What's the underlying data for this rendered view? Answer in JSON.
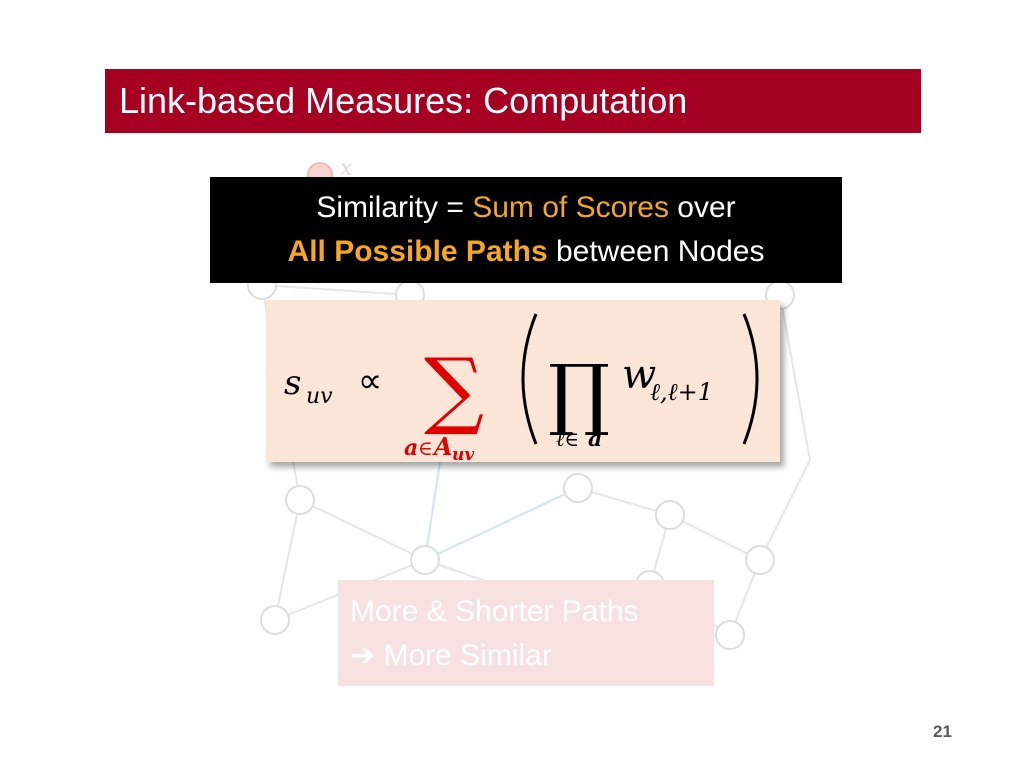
{
  "slide": {
    "title": "Link-based Measures: Computation",
    "callout": {
      "line1_prefix": "Similarity = ",
      "line1_highlight": "Sum of Scores",
      "line1_suffix": " over",
      "line2_highlight": "All Possible Paths",
      "line2_suffix": " between Nodes"
    },
    "formula": {
      "lhs_base": "s",
      "lhs_sub": "uv",
      "relation": "∝",
      "sum_symbol": "∑",
      "sum_sub_a": "a",
      "sum_sub_in": "∈",
      "sum_sub_A": "A",
      "sum_sub_uv": "uv",
      "prod_symbol": "∏",
      "prod_sub": "ℓ∈",
      "prod_sub_a": "a",
      "weight_base": "w",
      "weight_sub": "ℓ,ℓ+1"
    },
    "bottom_note": {
      "line1": "More & Shorter Paths",
      "arrow": "➔",
      "line2": " More Similar"
    },
    "page_number": "21",
    "background_label": "x"
  },
  "colors": {
    "title_bar": "#a50021",
    "highlight": "#f5a623",
    "formula_bg": "#fbe5d6",
    "sum_red": "#e00000",
    "bottom_box": "#f8e1e1"
  }
}
